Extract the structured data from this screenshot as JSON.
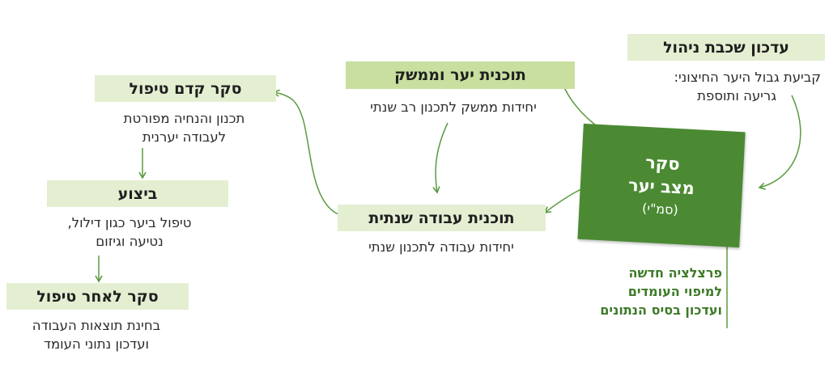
{
  "nodes": {
    "layer_update": {
      "title": "עדכון שכבת ניהול",
      "lines": [
        "קביעת גבול היער החיצוני:",
        "גריעה ותוספת"
      ]
    },
    "forest_plan": {
      "title": "תוכנית יער וממשק",
      "lines": [
        "יחידות ממשק לתכנון רב שנתי"
      ]
    },
    "annual_plan": {
      "title": "תוכנית עבודה שנתית",
      "lines": [
        "יחידות עבודה לתכנון שנתי"
      ]
    },
    "pre_survey": {
      "title": "סקר קדם טיפול",
      "lines": [
        "תכנון והנחיה מפורטת",
        "לעבודה יערנית"
      ]
    },
    "execution": {
      "title": "ביצוע",
      "lines": [
        "טיפול ביער כגון דילול,",
        "נטיעה וגיזום"
      ]
    },
    "post_survey": {
      "title": "סקר לאחר טיפול",
      "lines": [
        "בחינת תוצאות העבודה",
        "ועדכון נתוני העומד"
      ]
    },
    "forest_status": {
      "line1": "סקר",
      "line2": "מצב יער",
      "line3": "(סמ\"י)",
      "note": [
        "פרצלציה חדשה",
        "למיפוי העומדים",
        "ועדכון בסיס הנתונים"
      ]
    }
  },
  "colors": {
    "dark_green": "#4b8a33",
    "mid_green": "#c8df9f",
    "light_green": "#e4efd2",
    "arrow": "#5a9a3f"
  }
}
